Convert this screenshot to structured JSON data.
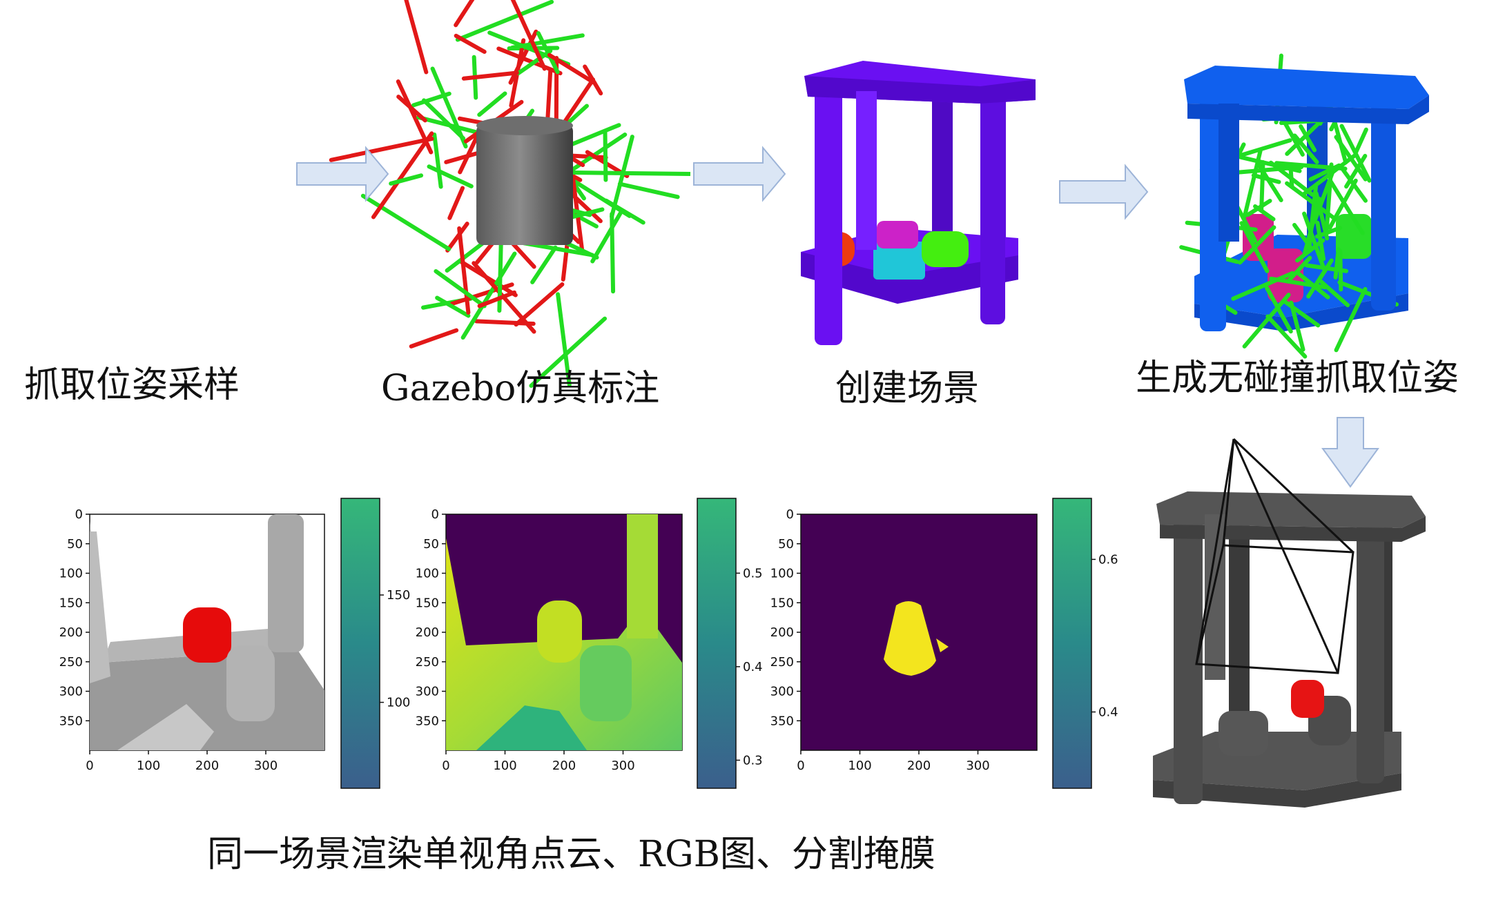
{
  "steps": {
    "grasp_sampling": "抓取位姿采样",
    "gazebo_annotation": "Gazebo仿真标注",
    "create_scene": "创建场景",
    "collision_free": "生成无碰撞抓取位姿"
  },
  "bottom_caption": "同一场景渲染单视角点云、RGB图、分割掩膜",
  "panel_axes": {
    "y_ticks": [
      "0",
      "50",
      "100",
      "150",
      "200",
      "250",
      "300",
      "350"
    ],
    "x_ticks": [
      "0",
      "100",
      "200",
      "300"
    ]
  },
  "colorbars": {
    "rgb": [
      "150",
      "100"
    ],
    "depth": [
      "0.5",
      "0.4",
      "0.3"
    ],
    "mask": [
      "0.6",
      "0.4"
    ]
  },
  "colors": {
    "arrow_fill": "#dbe6f5",
    "arrow_stroke": "#9db4d8",
    "grasp_red": "#e21818",
    "grasp_green": "#22dd22",
    "shelf_purple": "#6a10f2",
    "shelf_blue": "#1060ee",
    "shelf_gray": "#4d4d4d",
    "viridis_dark": "#440154",
    "viridis_yellow": "#f3e51e"
  }
}
